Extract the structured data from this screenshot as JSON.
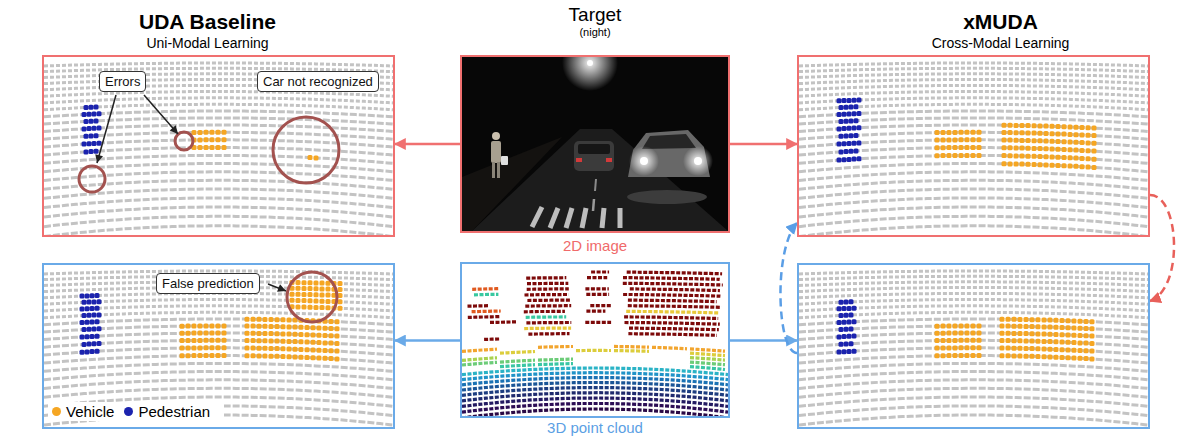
{
  "diagram": {
    "nodes": [
      {
        "text": [
          "UDA Baseline",
          "Uni-Modal Learning"
        ]
      },
      {
        "text": [
          "Errors",
          "Car not recognized"
        ],
        "in": 0
      },
      {
        "text": [
          "False prediction"
        ],
        "in": 0
      },
      {
        "text": [
          "2D image"
        ]
      },
      {
        "text": [
          "3D point cloud"
        ]
      },
      {
        "text": [
          "xMUDA",
          "Cross-Modal Learning"
        ]
      },
      {
        "text": [],
        "in": 5
      },
      {
        "text": [],
        "in": 5
      }
    ],
    "edges": [
      {
        "from": 3,
        "to": 1,
        "arrow": "to"
      },
      {
        "from": 3,
        "to": 6,
        "arrow": "to"
      },
      {
        "from": 4,
        "to": 2,
        "arrow": "to"
      },
      {
        "from": 4,
        "to": 7,
        "arrow": "to"
      },
      {
        "from": 6,
        "to": 7,
        "arrow": "to"
      },
      {
        "from": 7,
        "to": 6,
        "arrow": "to"
      }
    ],
    "labels": [
      "Target",
      "(night)"
    ],
    "legend": [
      {
        "text": "Vehicle",
        "color": "#f5a623"
      },
      {
        "text": "Pedestrian",
        "color": "#1b23ae"
      }
    ]
  }
}
